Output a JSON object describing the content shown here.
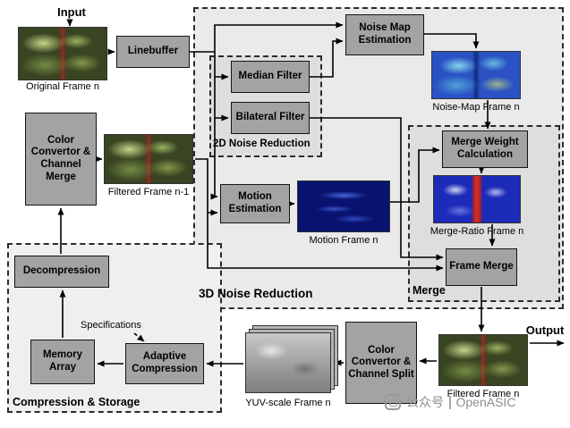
{
  "io": {
    "input": "Input",
    "output": "Output",
    "specifications": "Specifications"
  },
  "blocks": {
    "linebuffer": "Linebuffer",
    "noise_map_estimation": "Noise Map Estimation",
    "median_filter": "Median Filter",
    "bilateral_filter": "Bilateral Filter",
    "motion_estimation": "Motion Estimation",
    "merge_weight_calculation": "Merge Weight Calculation",
    "frame_merge": "Frame Merge",
    "color_convertor_channel_merge": "Color Convertor & Channel Merge",
    "decompression": "Decompression",
    "memory_array": "Memory Array",
    "adaptive_compression": "Adaptive Compression",
    "color_convertor_channel_split": "Color Convertor & Channel Split"
  },
  "groups": {
    "three_d_noise_reduction": "3D Noise Reduction",
    "two_d_noise_reduction": "2D Noise Reduction",
    "merge": "Merge",
    "compression_storage": "Compression & Storage"
  },
  "captions": {
    "original": "Original Frame n",
    "noise_map": "Noise-Map Frame n",
    "motion": "Motion Frame n",
    "merge_ratio": "Merge-Ratio Frame n",
    "filtered_prev": "Filtered Frame n-1",
    "yuv": "YUV-scale Frame n",
    "filtered": "Filtered Frame n"
  },
  "watermark": {
    "cn": "公众号",
    "en": "OpenASIC"
  },
  "colors": {
    "block_fill": "#a3a3a3",
    "block_border": "#141414",
    "group_fill": "#eaeaea",
    "arrow": "#000000"
  }
}
